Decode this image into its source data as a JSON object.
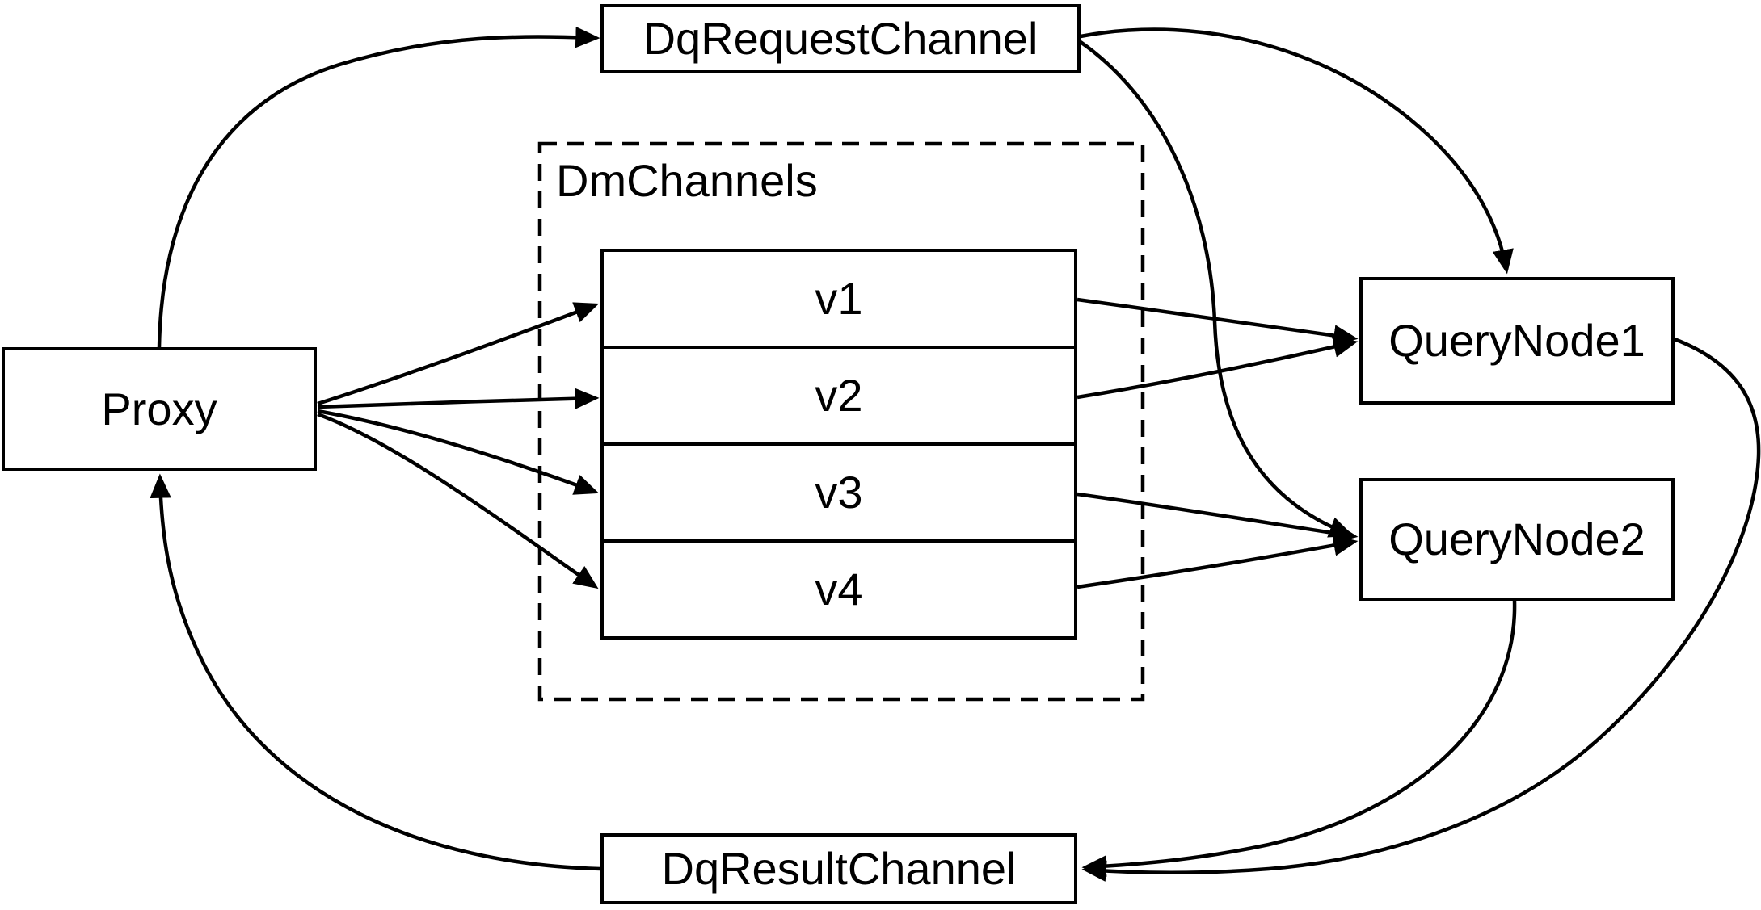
{
  "diagram": {
    "nodes": {
      "proxy": {
        "label": "Proxy"
      },
      "dq_request_channel": {
        "label": "DqRequestChannel"
      },
      "dm_channels": {
        "label": "DmChannels",
        "rows": [
          "v1",
          "v2",
          "v3",
          "v4"
        ]
      },
      "query_node_1": {
        "label": "QueryNode1"
      },
      "query_node_2": {
        "label": "QueryNode2"
      },
      "dq_result_channel": {
        "label": "DqResultChannel"
      }
    },
    "edges": [
      {
        "from": "Proxy",
        "to": "DqRequestChannel"
      },
      {
        "from": "Proxy",
        "to": "v1"
      },
      {
        "from": "Proxy",
        "to": "v2"
      },
      {
        "from": "Proxy",
        "to": "v3"
      },
      {
        "from": "Proxy",
        "to": "v4"
      },
      {
        "from": "v1",
        "to": "QueryNode1"
      },
      {
        "from": "v2",
        "to": "QueryNode1"
      },
      {
        "from": "v3",
        "to": "QueryNode2"
      },
      {
        "from": "v4",
        "to": "QueryNode2"
      },
      {
        "from": "DqRequestChannel",
        "to": "QueryNode1"
      },
      {
        "from": "DqRequestChannel",
        "to": "QueryNode2"
      },
      {
        "from": "QueryNode1",
        "to": "DqResultChannel"
      },
      {
        "from": "QueryNode2",
        "to": "DqResultChannel"
      },
      {
        "from": "DqResultChannel",
        "to": "Proxy"
      }
    ],
    "colors": {
      "stroke": "#000000",
      "background": "#ffffff",
      "text": "#000000"
    }
  }
}
